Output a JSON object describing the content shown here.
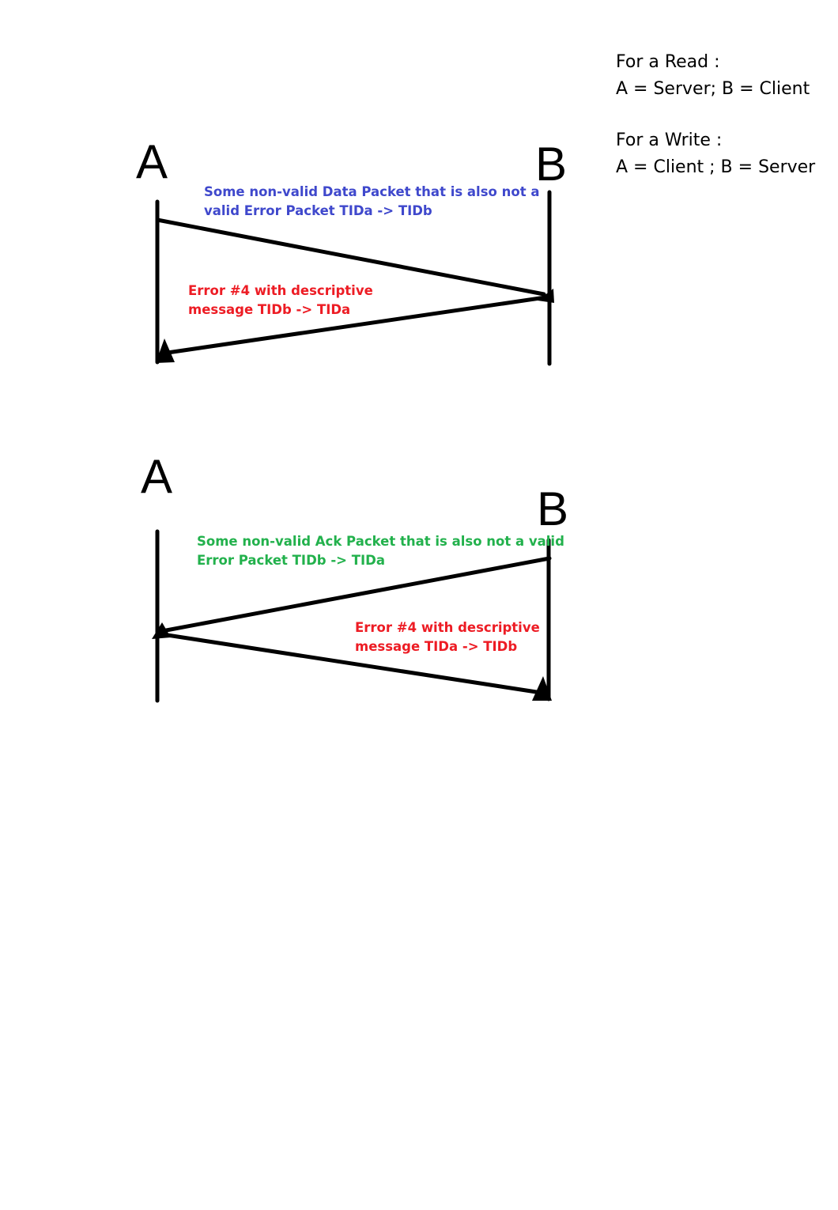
{
  "legend": {
    "read_title": "For a Read :",
    "read_roles": "A = Server;  B = Client",
    "write_title": "For a Write :",
    "write_roles": "A = Client ;  B = Server"
  },
  "diagram1": {
    "party_a": "A",
    "party_b": "B",
    "msg1_line1": "Some non-valid Data Packet that is also not a",
    "msg1_line2": "valid Error Packet   TIDa -> TIDb",
    "msg2_line1": "Error #4 with descriptive",
    "msg2_line2": "message TIDb -> TIDa"
  },
  "diagram2": {
    "party_a": "A",
    "party_b": "B",
    "msg1_line1": "Some non-valid Ack Packet that is also not a valid",
    "msg1_line2": "Error Packet  TIDb -> TIDa",
    "msg2_line1": "Error #4 with descriptive",
    "msg2_line2": "message TIDa -> TIDb"
  },
  "colors": {
    "blue": "#3f48cc",
    "red": "#ed1c24",
    "green": "#22b14c",
    "black": "#000000"
  }
}
